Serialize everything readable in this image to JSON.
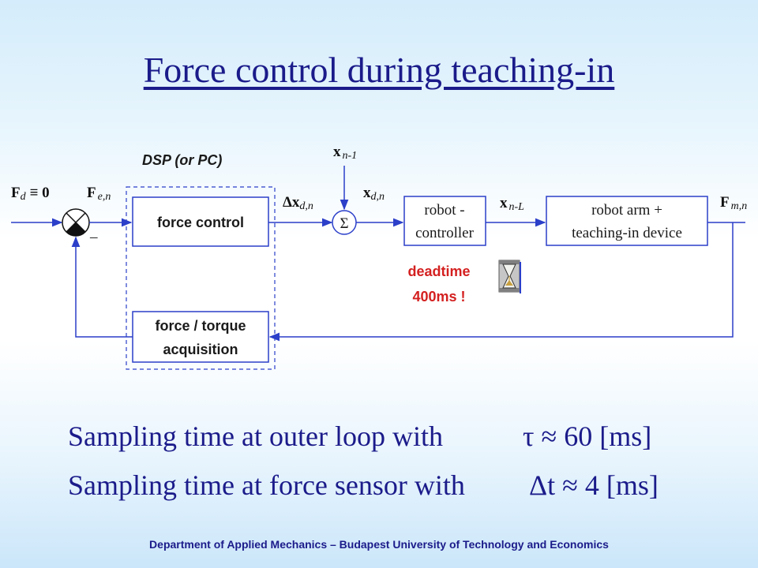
{
  "title": "Force control during teaching-in",
  "diagram": {
    "dsp_label": "DSP (or PC)",
    "blocks": {
      "force_control": "force control",
      "force_acquisition_line1": "force / torque",
      "force_acquisition_line2": "acquisition",
      "robot_controller_line1": "robot -",
      "robot_controller_line2": "controller",
      "robot_arm_line1": "robot arm +",
      "robot_arm_line2": "teaching-in device"
    },
    "signals": {
      "fd_main": "F",
      "fd_sub": "d",
      "fd_equiv": "≡ 0",
      "fe_main": "F",
      "fe_sub": "e,n",
      "dx_main": "Δx",
      "dx_sub": "d,n",
      "xprev_main": "x",
      "xprev_sub": "n-1",
      "xd_main": "x",
      "xd_sub": "d,n",
      "xnl_main": "x",
      "xnl_sub": "n-L",
      "fm_main": "F",
      "fm_sub": "m,n",
      "minus": "–",
      "sigma": "Σ"
    },
    "deadtime_line1": "deadtime",
    "deadtime_line2": "400ms !"
  },
  "sampling": {
    "outer_text": "Sampling time at outer loop with",
    "outer_value": "τ ≈ 60 [ms]",
    "sensor_text": "Sampling time at force sensor with",
    "sensor_value": "Δt ≈ 4 [ms]"
  },
  "footer": "Department of Applied Mechanics – Budapest University of Technology and Economics",
  "colors": {
    "title": "#1b1b8a",
    "line": "#2b3fc9",
    "deadtime": "#d42020"
  }
}
